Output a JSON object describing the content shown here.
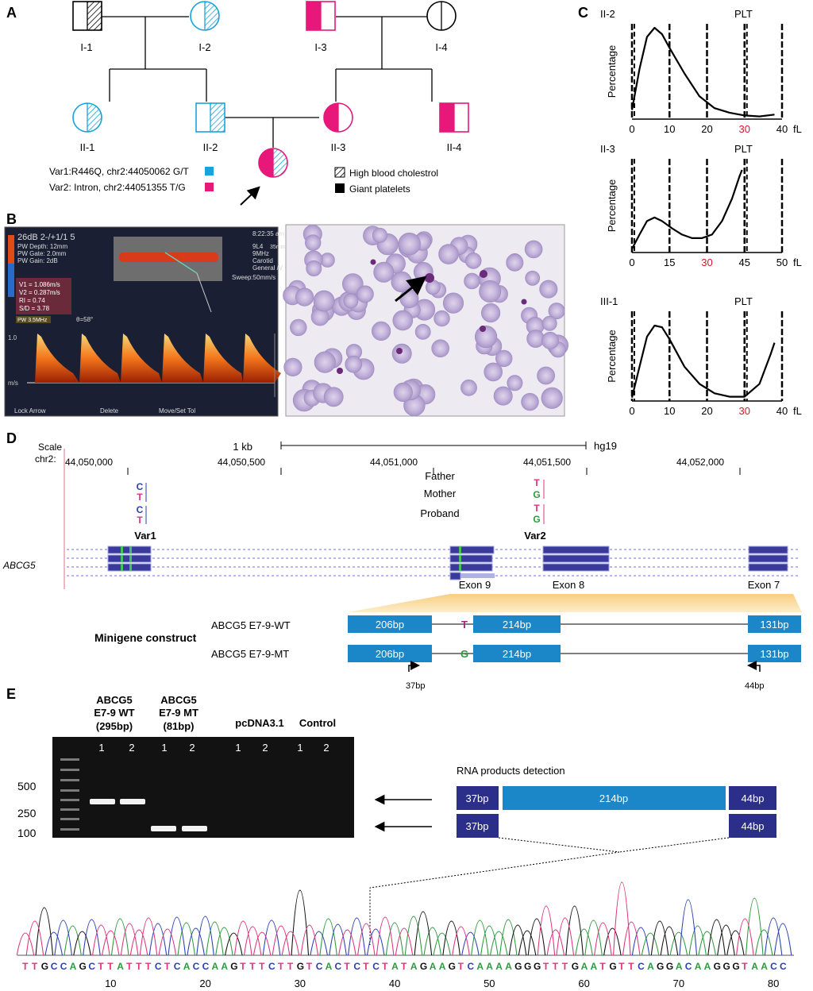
{
  "panels": {
    "A": "A",
    "B": "B",
    "C": "C",
    "D": "D",
    "E": "E"
  },
  "pedigree": {
    "individuals": [
      {
        "id": "I-1",
        "label": "I-1",
        "sex": "male",
        "left": "white",
        "right": "hatch",
        "color": "#000000"
      },
      {
        "id": "I-2",
        "label": "I-2",
        "sex": "female",
        "left": "white",
        "right": "hatch-blue",
        "color": "#1aa3d8"
      },
      {
        "id": "I-3",
        "label": "I-3",
        "sex": "male",
        "left": "magenta",
        "right": "white",
        "color": "#e8177a"
      },
      {
        "id": "I-4",
        "label": "I-4",
        "sex": "female",
        "left": "white",
        "right": "white",
        "color": "#000000"
      },
      {
        "id": "II-1",
        "label": "II-1",
        "sex": "female",
        "left": "white",
        "right": "hatch-blue",
        "color": "#1aa3d8"
      },
      {
        "id": "II-2",
        "label": "II-2",
        "sex": "male",
        "left": "white",
        "right": "hatch-blue",
        "color": "#1aa3d8"
      },
      {
        "id": "II-3",
        "label": "II-3",
        "sex": "female",
        "left": "magenta",
        "right": "white",
        "color": "#e8177a"
      },
      {
        "id": "II-4",
        "label": "II-4",
        "sex": "male",
        "left": "magenta",
        "right": "white",
        "color": "#e8177a"
      },
      {
        "id": "III-1",
        "label": "",
        "sex": "female",
        "left": "magenta",
        "right": "hatch-blue",
        "color": "#e8177a"
      }
    ],
    "legend_var1": "Var1:R446Q, chr2:44050062 G/T",
    "legend_var2": "Var2: Intron, chr2:44051355 T/G",
    "legend_hatch": "High blood cholestrol",
    "legend_solid": "Giant platelets",
    "color_var1": "#1aa3d8",
    "color_var2": "#e8177a"
  },
  "ultrasound": {
    "header": "26dB 2-/+1/1 5",
    "params": [
      "PW Depth: 12mm",
      "PW Gate: 2.0mm",
      "PW Gain: 2dB"
    ],
    "probe": [
      "9L4",
      "9MHz",
      "Carotid",
      "General /V"
    ],
    "time": "8:22:35 am",
    "depth": "35mm",
    "sweep": "Sweep:50mm/s",
    "measurements": [
      "V1 = 1.086m/s",
      "V2 = 0.287m/s",
      "RI = 0.74",
      "S/D = 3.78"
    ],
    "angle": "θ=58°",
    "prf": "PW 3.5MHz",
    "scale_top": "1.0",
    "scale_unit": "m/s",
    "footer": [
      "Lock Arrow",
      "Delete",
      "Move/Set Tol"
    ]
  },
  "chart_data": [
    {
      "type": "line",
      "title": "II-2",
      "series_label": "PLT",
      "ylabel": "Percentage",
      "xunit": "fL",
      "xticks": [
        "0",
        "10",
        "20",
        "30",
        "40"
      ],
      "highlight_tick": "30",
      "xlim": [
        0,
        40
      ],
      "x": [
        0,
        2,
        4,
        6,
        8,
        10,
        14,
        18,
        22,
        26,
        30,
        34,
        38
      ],
      "y": [
        0.1,
        0.55,
        0.9,
        1.0,
        0.93,
        0.78,
        0.5,
        0.25,
        0.12,
        0.07,
        0.04,
        0.03,
        0.05
      ]
    },
    {
      "type": "line",
      "title": "II-3",
      "series_label": "PLT",
      "ylabel": "Percentage",
      "xunit": "fL",
      "xticks": [
        "0",
        "15",
        "30",
        "45",
        "50"
      ],
      "highlight_tick": "30",
      "xlim": [
        0,
        50
      ],
      "x": [
        0,
        3,
        6,
        9,
        12,
        16,
        20,
        24,
        28,
        32,
        36,
        40,
        43,
        44
      ],
      "y": [
        0.04,
        0.2,
        0.35,
        0.39,
        0.35,
        0.27,
        0.2,
        0.16,
        0.16,
        0.2,
        0.35,
        0.6,
        0.85,
        0.92
      ]
    },
    {
      "type": "line",
      "title": "III-1",
      "series_label": "PLT",
      "ylabel": "Percentage",
      "xunit": "fL",
      "xticks": [
        "0",
        "10",
        "20",
        "30",
        "40"
      ],
      "highlight_tick": "30",
      "xlim": [
        0,
        40
      ],
      "x": [
        0,
        2,
        4,
        6,
        8,
        10,
        14,
        18,
        22,
        26,
        30,
        34,
        37,
        38
      ],
      "y": [
        0.04,
        0.4,
        0.75,
        0.88,
        0.86,
        0.72,
        0.4,
        0.2,
        0.09,
        0.05,
        0.05,
        0.2,
        0.55,
        0.68
      ]
    }
  ],
  "browser": {
    "scale": "Scale",
    "chrom": "chr2:",
    "scale_bar": "1 kb",
    "genome": "hg19",
    "positions": [
      "44,050,000",
      "44,050,500",
      "44,051,000",
      "44,051,500",
      "44,052,000"
    ],
    "row_labels": [
      "Father",
      "Mother",
      "Proband"
    ],
    "var1": "Var1",
    "var2": "Var2",
    "gene": "ABCG5",
    "exons": [
      "Exon 9",
      "Exon 8",
      "Exon 7"
    ],
    "var1_alleles": [
      "C",
      "T",
      "C",
      "T"
    ],
    "var2_alleles": [
      "T",
      "G",
      "T",
      "G"
    ],
    "minigene_title": "Minigene construct",
    "wt_label": "ABCG5 E7-9-WT",
    "mt_label": "ABCG5 E7-9-MT",
    "blocks": [
      "206bp",
      "214bp",
      "131bp"
    ],
    "wt_base": "T",
    "mt_base": "G",
    "primer_f": "37bp",
    "primer_r": "44bp",
    "exon_color": "#1b86c8"
  },
  "gel": {
    "lane_groups": [
      [
        "ABCG5",
        "E7-9 WT",
        "(295bp)"
      ],
      [
        "ABCG5",
        "E7-9 MT",
        "(81bp)"
      ],
      [
        "pcDNA3.1"
      ],
      [
        "Control"
      ]
    ],
    "lane_numbers": [
      "1",
      "2",
      "1",
      "2",
      "1",
      "2",
      "1",
      "2"
    ],
    "markers": [
      "500",
      "250",
      "100"
    ],
    "rna_title": "RNA products detection",
    "rna_blocks": [
      "37bp",
      "214bp",
      "44bp",
      "37bp",
      "44bp"
    ]
  },
  "chromatogram": {
    "sequence": "TTGCCAGCTTATTTCTCACCAAGTTTCTTGTCACTCTCTATAGAAGTCAAAAGGGTTTGAATGTTCAGGACAAGGGTAACC",
    "ticks": [
      "10",
      "20",
      "30",
      "40",
      "50",
      "60",
      "70",
      "80"
    ],
    "base_colors": {
      "A": "#2e9a3e",
      "C": "#2a3fb8",
      "G": "#111111",
      "T": "#e0347e"
    }
  }
}
